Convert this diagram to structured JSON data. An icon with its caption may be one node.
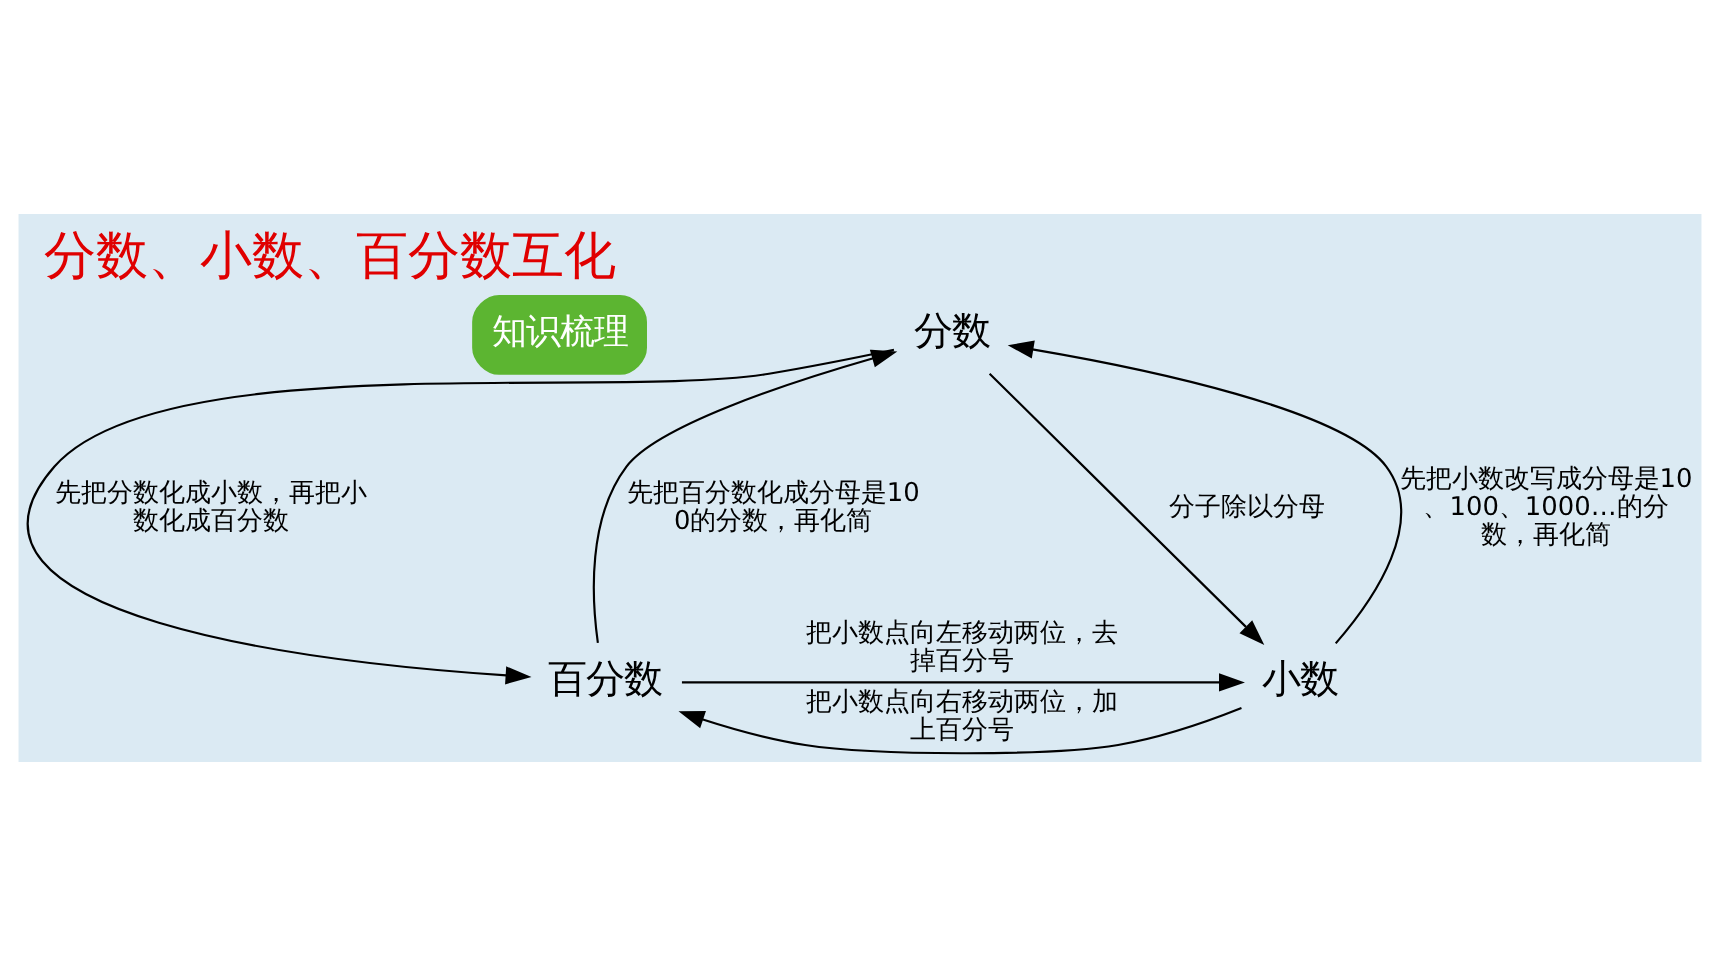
{
  "diagram": {
    "title": "分数、小数、百分数互化",
    "nodes": [
      {
        "text": [
          "知识梳理"
        ]
      },
      {
        "text": [
          "分数"
        ]
      },
      {
        "text": [
          "百分数"
        ]
      },
      {
        "text": [
          "小数"
        ]
      }
    ],
    "edges": [
      {
        "from": 1,
        "to": 2,
        "arrow": "to",
        "label": "先把分数化成小数，再把小数化成百分数"
      },
      {
        "from": 2,
        "to": 1,
        "arrow": "to",
        "label": "先把百分数化成分母是100的分数，再化简"
      },
      {
        "from": 1,
        "to": 3,
        "arrow": "to",
        "label": "分子除以分母"
      },
      {
        "from": 3,
        "to": 1,
        "arrow": "to",
        "label": "先把小数改写成分母是10、100、1000…的分数，再化简"
      },
      {
        "from": 2,
        "to": 3,
        "arrow": "to",
        "label": "把小数点向左移动两位，去掉百分号"
      },
      {
        "from": 3,
        "to": 2,
        "arrow": "to",
        "label": "把小数点向右移动两位，加上百分号"
      }
    ]
  }
}
